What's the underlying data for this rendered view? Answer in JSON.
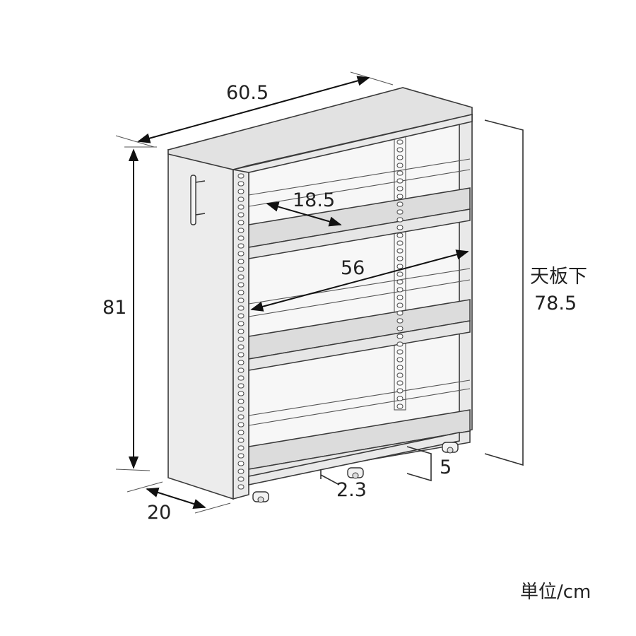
{
  "dimensions": {
    "width": "60.5",
    "height": "81",
    "depth": "20",
    "shelf_depth": "18.5",
    "inner_width": "56",
    "under_top_label": "天板下",
    "under_top_value": "78.5",
    "floor_clearance": "5",
    "shelf_thickness": "2.3"
  },
  "unit_label": "単位/cm"
}
